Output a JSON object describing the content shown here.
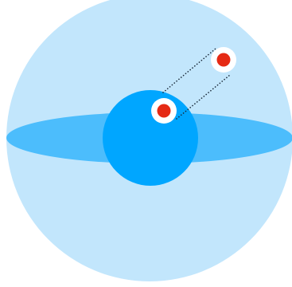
{
  "diagram": {
    "colors": {
      "background": "#ffffff",
      "outer_sphere": "#c2e6fc",
      "disc": "#4cbdfc",
      "core": "#00a6ff",
      "marker_ring": "#ffffff",
      "marker_dot": "#e52a14",
      "connector": "#1a2a3a"
    },
    "connector_style": "dotted",
    "markers": [
      {
        "name": "inner-marker"
      },
      {
        "name": "outer-marker"
      }
    ]
  }
}
